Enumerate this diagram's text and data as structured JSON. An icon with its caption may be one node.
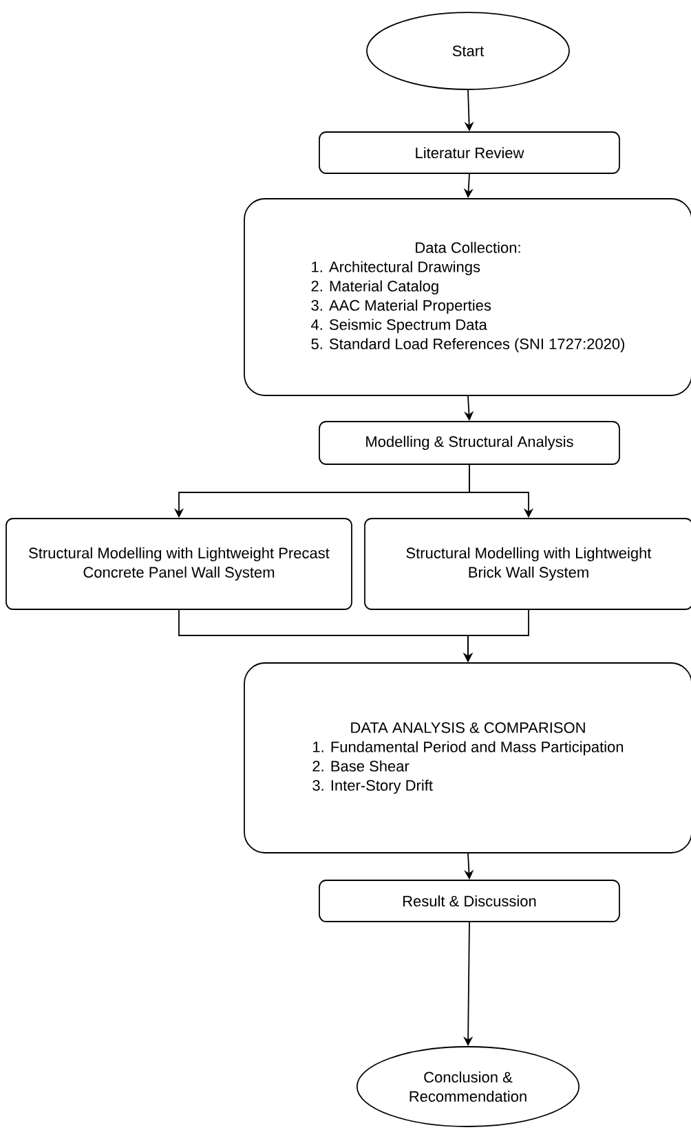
{
  "diagram": {
    "nodes": [
      {
        "text": [
          "Start"
        ]
      },
      {
        "text": [
          "Literatur Review"
        ]
      },
      {
        "text": [
          "Data Collection:",
          "1. Architectural Drawings",
          "2. Material Catalog",
          "3. AAC Material Properties",
          "4. Seismic Spectrum Data",
          "5. Standard Load References (SNI 1727:2020)"
        ]
      },
      {
        "text": [
          "Modelling & Structural Analysis"
        ]
      },
      {
        "text": [
          "Structural Modelling with Lightweight Precast Concrete Panel Wall System"
        ]
      },
      {
        "text": [
          "Structural Modelling with Lightweight Brick Wall System"
        ]
      },
      {
        "text": [
          "DATA ANALYSIS & COMPARISON",
          "1. Fundamental Period and Mass Participation",
          "2. Base Shear",
          "3. Inter-Story Drift"
        ]
      },
      {
        "text": [
          "Result & Discussion"
        ]
      },
      {
        "text": [
          "Conclusion & Recommendation"
        ]
      }
    ],
    "edges": [
      {
        "from": 0,
        "to": 1,
        "arrow": "to"
      },
      {
        "from": 1,
        "to": 2,
        "arrow": "to"
      },
      {
        "from": 2,
        "to": 3,
        "arrow": "to"
      },
      {
        "from": 3,
        "to": 4,
        "arrow": "to"
      },
      {
        "from": 3,
        "to": 5,
        "arrow": "to"
      },
      {
        "from": 4,
        "to": 6,
        "arrow": "to"
      },
      {
        "from": 5,
        "to": 6,
        "arrow": "to"
      },
      {
        "from": 6,
        "to": 7,
        "arrow": "to"
      },
      {
        "from": 7,
        "to": 8,
        "arrow": "to"
      }
    ]
  }
}
